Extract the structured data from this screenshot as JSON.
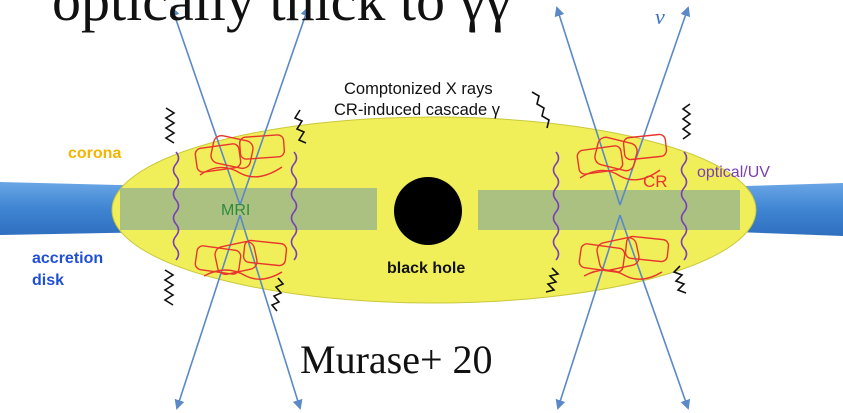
{
  "heading": {
    "partial_text": "optically thick to γγ"
  },
  "labels": {
    "neutrino": "ν",
    "comptonized": "Comptonized X rays",
    "cascade": "CR-induced cascade γ",
    "corona": "corona",
    "cr": "CR",
    "optical_uv": "optical/UV",
    "mri": "MRI",
    "accretion_line1": "accretion",
    "accretion_line2": "disk",
    "black_hole": "black hole",
    "citation": "Murase+ 20"
  },
  "colors": {
    "corona_fill": "#f0ef5a",
    "corona_text": "#f4b400",
    "disk": "#4a8fd6",
    "accretion_text": "#1f4fd6",
    "mri_band": "#9fb98a",
    "mri_text": "#2e8b3e",
    "cr": "#e8362c",
    "optical_uv": "#7a3fb5",
    "arrow": "#5b88c6",
    "black_hole": "#000000",
    "text": "#111111"
  },
  "icons": [
    "black-hole-icon",
    "cosmic-ray-tangle-icon",
    "photon-wave-icon",
    "neutrino-arrow-icon"
  ]
}
